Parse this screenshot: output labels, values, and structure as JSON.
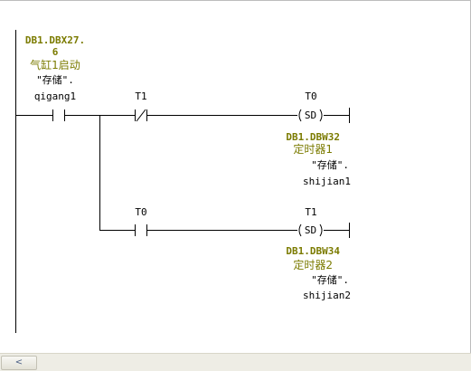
{
  "network": {
    "contact_1": {
      "address": "DB1.DBX27.6",
      "address_line1": "DB1.DBX27.",
      "address_line2": "6",
      "comment": "气缸1启动",
      "db_name": "\"存储\".",
      "symbol": "qigang1"
    },
    "contact_t1": {
      "symbol": "T1"
    },
    "coil_t0": {
      "operand": "T0",
      "coil_type": "SD",
      "address": "DB1.DBW32",
      "comment": "定时器1",
      "db_name": "\"存储\".",
      "symbol": "shijian1"
    },
    "contact_t0": {
      "symbol": "T0"
    },
    "coil_t1": {
      "operand": "T1",
      "coil_type": "SD",
      "address": "DB1.DBW34",
      "comment": "定时器2",
      "db_name": "\"存储\".",
      "symbol": "shijian2"
    }
  },
  "scrollbar": {
    "left_icon": "scroll-left-arrow-icon",
    "left_glyph": "<"
  },
  "colors": {
    "address": "#7b7b00",
    "wire": "#000000",
    "background": "#ffffff"
  }
}
